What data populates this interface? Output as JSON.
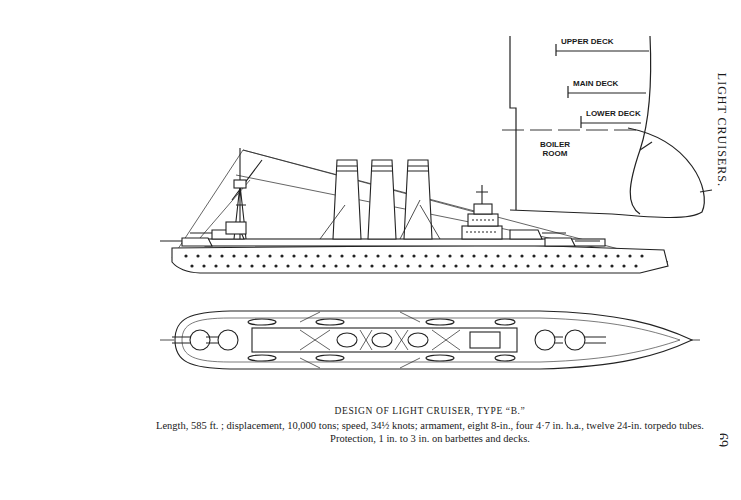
{
  "diagram": {
    "title": "DESIGN OF LIGHT CRUISER, TYPE “B.”",
    "caption": "Length, 585 ft. ; displacement, 10,000 tons; speed, 34½ knots; armament, eight 8-in., four 4·7 in. h.a., twelve 24-in. torpedo tubes. Protection, 1 in. to 3 in. on barbettes and decks.",
    "labels": [
      "UPPER DECK",
      "MAIN DECK",
      "LOWER DECK",
      "BOILER ROOM",
      "LIGHT CRUISERS.",
      "69"
    ]
  }
}
